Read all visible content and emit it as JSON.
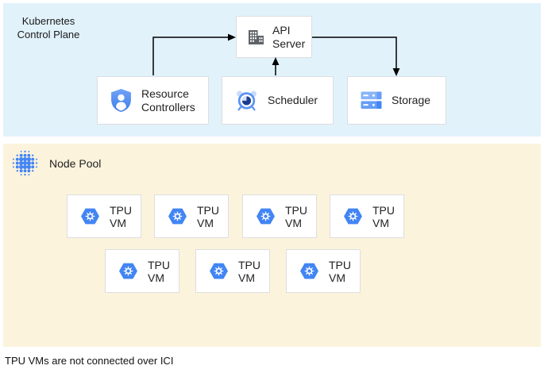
{
  "control_plane": {
    "title_line1": "Kubernetes",
    "title_line2": "Control Plane",
    "api_server_label": "API Server",
    "resource_controllers_label": "Resource Controllers",
    "scheduler_label": "Scheduler",
    "storage_label": "Storage"
  },
  "node_pool": {
    "title": "Node Pool",
    "vms": [
      {
        "label": "TPU VM"
      },
      {
        "label": "TPU VM"
      },
      {
        "label": "TPU VM"
      },
      {
        "label": "TPU VM"
      },
      {
        "label": "TPU VM"
      },
      {
        "label": "TPU VM"
      },
      {
        "label": "TPU VM"
      }
    ]
  },
  "footer_note": "TPU VMs are not connected over ICI",
  "icons": {
    "api_server": "building-icon",
    "resource_controllers": "shield-user-icon",
    "scheduler": "alarm-clock-icon",
    "storage": "server-stack-icon",
    "node_pool": "dot-grid-icon",
    "tpu_vm": "hexagon-gear-icon"
  },
  "colors": {
    "control_plane_bg": "#e1f2fb",
    "node_pool_bg": "#fcf3dc",
    "box_border": "#dcdee1",
    "accent_blue": "#4285f4",
    "light_blue": "#8ab4f8",
    "dark_navy": "#1b3c8f",
    "icon_gray": "#5f6368",
    "arrow": "#000000"
  }
}
